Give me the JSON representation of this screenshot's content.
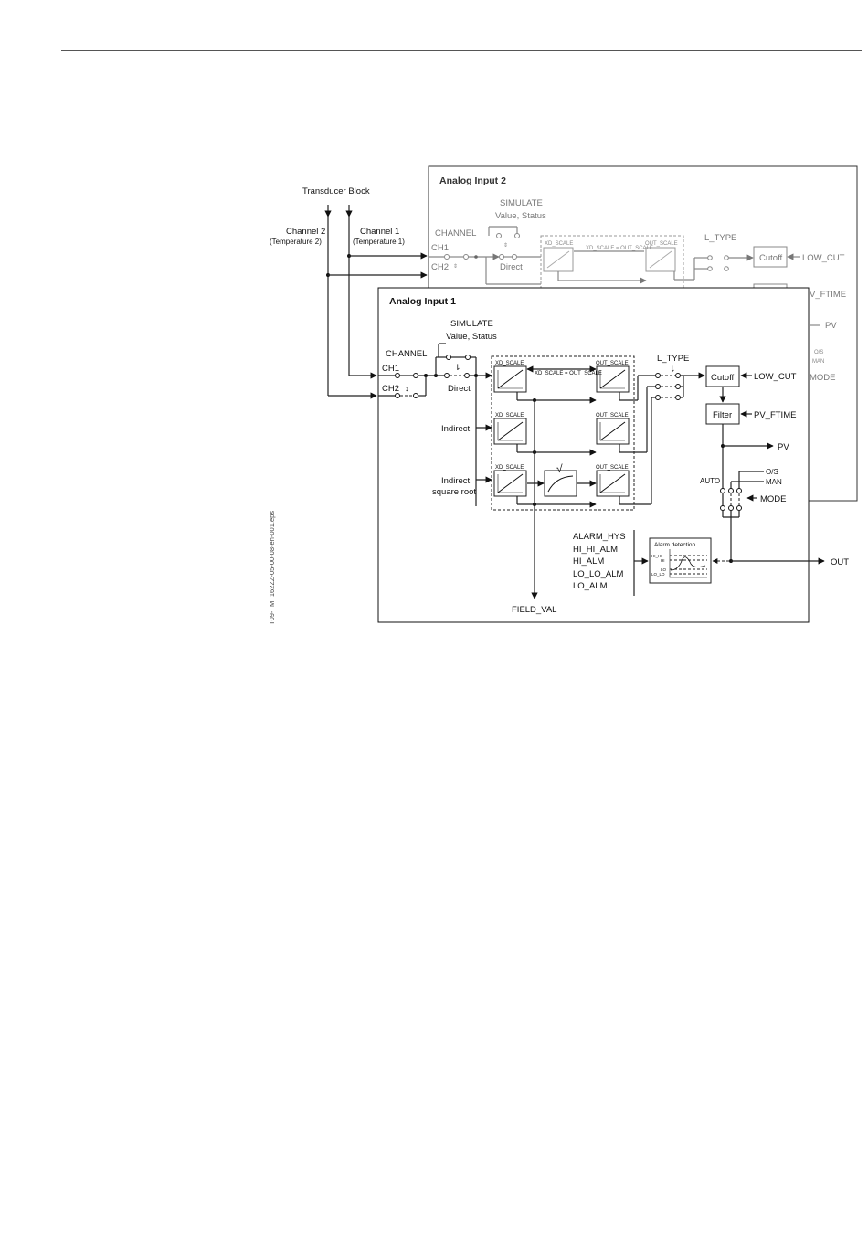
{
  "header_rule": true,
  "diagram": {
    "transducer_block": "Transducer Block",
    "channel2": "Channel 2",
    "channel2_sub": "(Temperature 2)",
    "channel1": "Channel 1",
    "channel1_sub": "(Temperature 1)",
    "ai2": {
      "title": "Analog Input 2",
      "simulate": "SIMULATE",
      "value_status": "Value, Status",
      "channel": "CHANNEL",
      "ch1": "CH1",
      "ch2": "CH2",
      "direct": "Direct",
      "xd_scale": "XD_SCALE",
      "out_scale": "OUT_SCALE",
      "xd_eq_out": "XD_SCALE = OUT_SCALE",
      "l_type": "L_TYPE",
      "cutoff": "Cutoff",
      "low_cut": "LOW_CUT",
      "pv_ftime": "V_FTIME",
      "pv": "PV",
      "os": "O/S",
      "man": "MAN",
      "mode": "MODE"
    },
    "ai1": {
      "title": "Analog Input 1",
      "simulate": "SIMULATE",
      "value_status": "Value, Status",
      "channel": "CHANNEL",
      "ch1": "CH1",
      "ch2": "CH2",
      "direct": "Direct",
      "indirect": "Indirect",
      "indirect_sqrt1": "Indirect",
      "indirect_sqrt2": "square root",
      "xd_scale": "XD_SCALE",
      "out_scale": "OUT_SCALE",
      "xd_eq_out": "XD_SCALE = OUT_SCALE",
      "l_type": "L_TYPE",
      "cutoff": "Cutoff",
      "low_cut": "LOW_CUT",
      "filter": "Filter",
      "pv_ftime": "PV_FTIME",
      "pv": "PV",
      "auto": "AUTO",
      "os": "O/S",
      "man": "MAN",
      "mode": "MODE",
      "sqrt_symbol": "√",
      "alarms": [
        "ALARM_HYS",
        "HI_HI_ALM",
        "HI_ALM",
        "LO_LO_ALM",
        "LO_ALM"
      ],
      "alarm_detection": "Alarm detection",
      "hi_hi": "HI_HI",
      "hi": "HI",
      "lo": "LO",
      "lo_lo": "LO_LO",
      "out": "OUT",
      "field_val": "FIELD_VAL"
    },
    "figure_id": "T09-TMT162ZZ-05-00-08-en-001.eps"
  }
}
